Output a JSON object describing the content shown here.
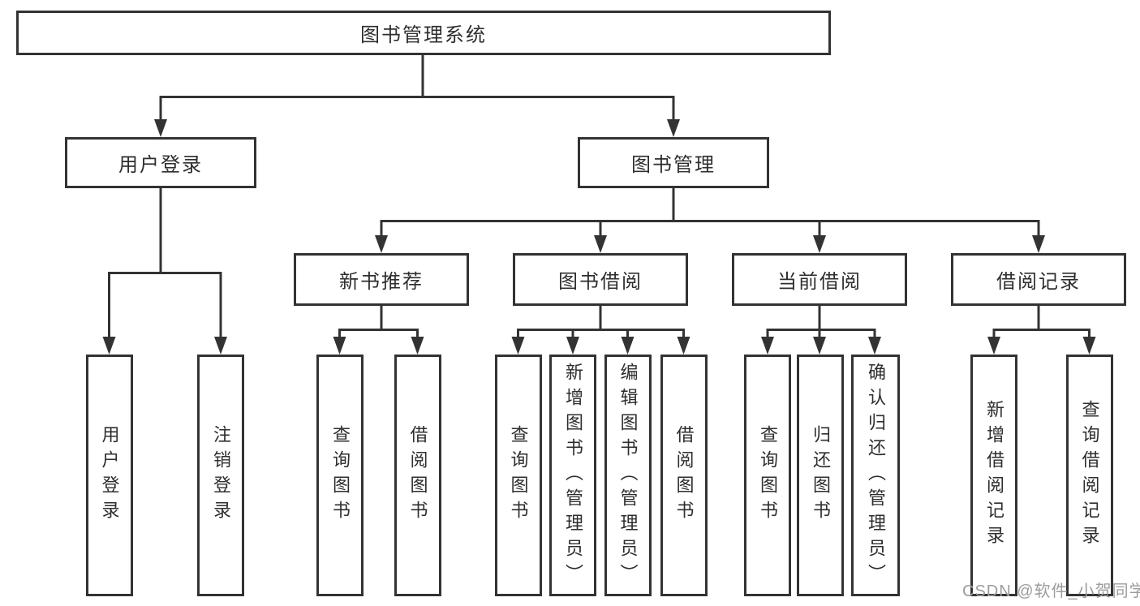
{
  "tree": {
    "root": {
      "label": "图书管理系统"
    },
    "branches": [
      {
        "label": "用户登录",
        "children": [
          {
            "label": "用户登录"
          },
          {
            "label": "注销登录"
          }
        ]
      },
      {
        "label": "图书管理",
        "children": [
          {
            "label": "新书推荐",
            "children": [
              {
                "label": "查询图书"
              },
              {
                "label": "借阅图书"
              }
            ]
          },
          {
            "label": "图书借阅",
            "children": [
              {
                "label": "查询图书"
              },
              {
                "label": "新增图书（管理员）"
              },
              {
                "label": "编辑图书（管理员）"
              },
              {
                "label": "借阅图书"
              }
            ]
          },
          {
            "label": "当前借阅",
            "children": [
              {
                "label": "查询图书"
              },
              {
                "label": "归还图书"
              },
              {
                "label": "确认归还（管理员）"
              }
            ]
          },
          {
            "label": "借阅记录",
            "children": [
              {
                "label": "新增借阅记录"
              },
              {
                "label": "查询借阅记录"
              }
            ]
          }
        ]
      }
    ]
  },
  "watermark": {
    "text": "CSDN @软件_小贺同学"
  },
  "colors": {
    "line": "#333333",
    "text": "#2e2e2e",
    "watermark": "#9c9c9c",
    "background": "#ffffff"
  }
}
